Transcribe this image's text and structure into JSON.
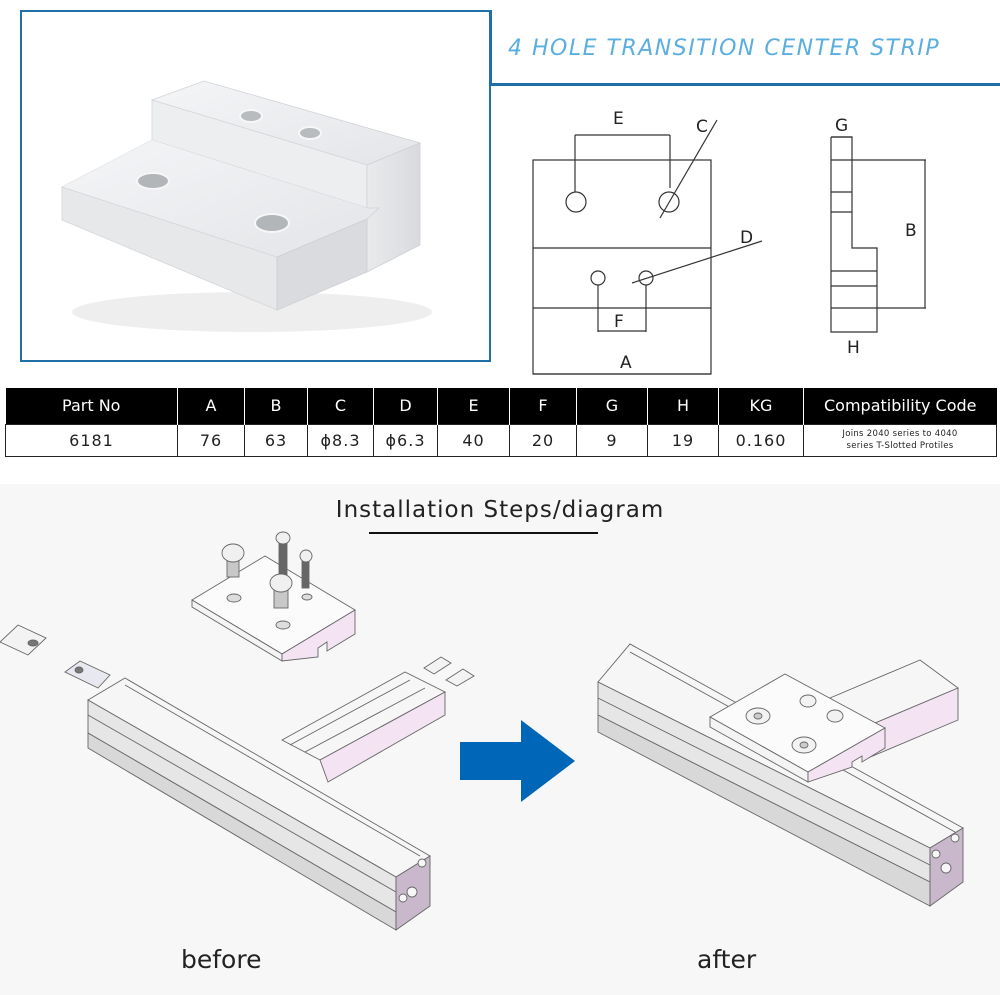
{
  "header": {
    "title": "4 HOLE TRANSITION CENTER STRIP"
  },
  "product_photo": {
    "alt": "4 hole transition center strip aluminum part photo"
  },
  "drawing": {
    "front_view_labels": {
      "e": "E",
      "c": "C",
      "d": "D",
      "f": "F",
      "a": "A"
    },
    "side_view_labels": {
      "g": "G",
      "b": "B",
      "h": "H"
    }
  },
  "spec_table": {
    "headers": [
      "Part No",
      "A",
      "B",
      "C",
      "D",
      "E",
      "F",
      "G",
      "H",
      "KG",
      "Compatibility Code"
    ],
    "rows": [
      {
        "part_no": "6181",
        "a": "76",
        "b": "63",
        "c": "ϕ8.3",
        "d": "ϕ6.3",
        "e": "40",
        "f": "20",
        "g": "9",
        "h": "19",
        "kg": "0.160",
        "compat_line1": "Joins 2040 series to 4040",
        "compat_line2": "series T-Slotted Protiles"
      }
    ]
  },
  "installation": {
    "title": "Installation Steps/diagram",
    "before_label": "before",
    "after_label": "after",
    "arrow_color": "#0066b8"
  },
  "colors": {
    "frame_blue": "#1f6fa8",
    "title_blue": "#5aaee0",
    "profile_pink": "#f3e3f3",
    "profile_end_purple": "#c9b8cc"
  }
}
